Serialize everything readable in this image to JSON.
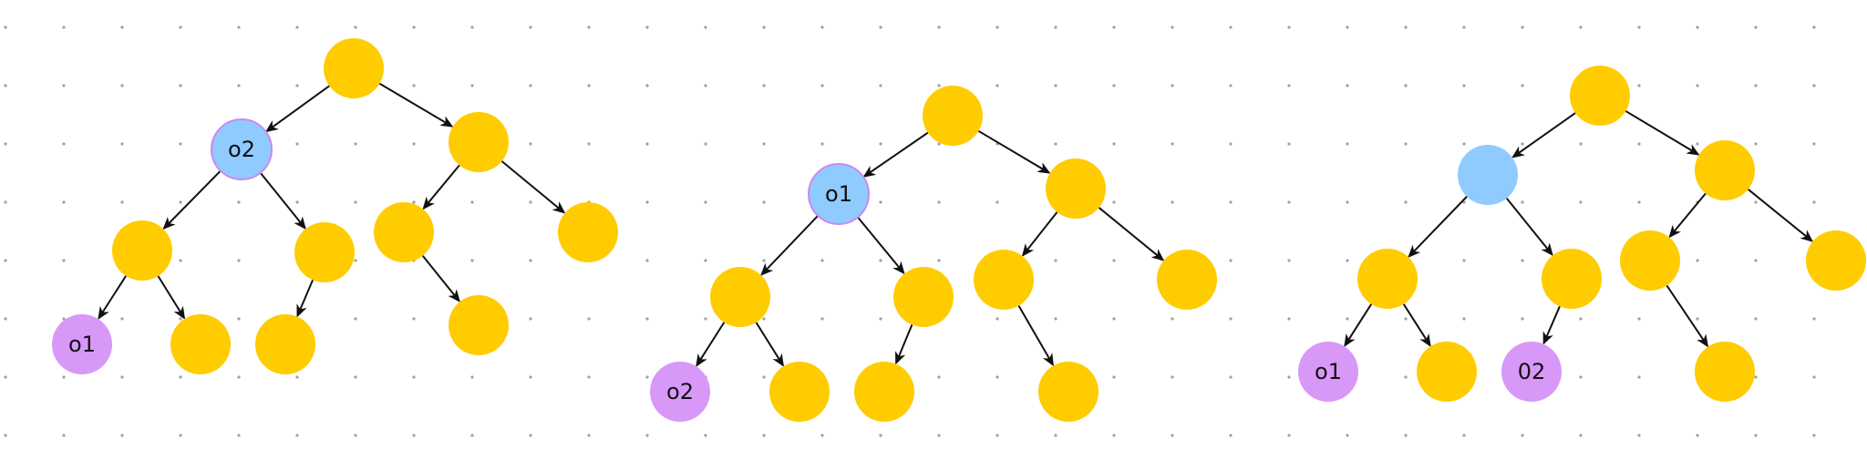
{
  "colors": {
    "default_node": "#ffcc00",
    "highlight_node": "#8fcbff",
    "highlight_stroke": "#cc88ee",
    "leaf_target": "#d898f8",
    "edge": "#111111",
    "grid": "#a0a0a0"
  },
  "trees": [
    {
      "nodes": [
        {
          "id": "r",
          "label": "",
          "kind": "default"
        },
        {
          "id": "a",
          "label": "o2",
          "kind": "highlight"
        },
        {
          "id": "b",
          "label": "",
          "kind": "default"
        },
        {
          "id": "c",
          "label": "",
          "kind": "default"
        },
        {
          "id": "d",
          "label": "",
          "kind": "default"
        },
        {
          "id": "e",
          "label": "o1",
          "kind": "target"
        },
        {
          "id": "f",
          "label": "",
          "kind": "default"
        },
        {
          "id": "g",
          "label": "",
          "kind": "default"
        },
        {
          "id": "h",
          "label": "",
          "kind": "default"
        },
        {
          "id": "i",
          "label": "",
          "kind": "default"
        },
        {
          "id": "j",
          "label": "",
          "kind": "default"
        }
      ],
      "edges": [
        [
          "r",
          "a"
        ],
        [
          "r",
          "b"
        ],
        [
          "a",
          "c"
        ],
        [
          "a",
          "d"
        ],
        [
          "c",
          "e"
        ],
        [
          "c",
          "f"
        ],
        [
          "d",
          "g"
        ],
        [
          "b",
          "h"
        ],
        [
          "b",
          "i"
        ],
        [
          "h",
          "j"
        ]
      ]
    },
    {
      "nodes": [
        {
          "id": "r",
          "label": "",
          "kind": "default"
        },
        {
          "id": "a",
          "label": "o1",
          "kind": "highlight"
        },
        {
          "id": "b",
          "label": "",
          "kind": "default"
        },
        {
          "id": "c",
          "label": "",
          "kind": "default"
        },
        {
          "id": "d",
          "label": "",
          "kind": "default"
        },
        {
          "id": "e",
          "label": "o2",
          "kind": "target"
        },
        {
          "id": "f",
          "label": "",
          "kind": "default"
        },
        {
          "id": "g",
          "label": "",
          "kind": "default"
        },
        {
          "id": "h",
          "label": "",
          "kind": "default"
        },
        {
          "id": "i",
          "label": "",
          "kind": "default"
        },
        {
          "id": "j",
          "label": "",
          "kind": "default"
        }
      ],
      "edges": [
        [
          "r",
          "a"
        ],
        [
          "r",
          "b"
        ],
        [
          "a",
          "c"
        ],
        [
          "a",
          "d"
        ],
        [
          "c",
          "e"
        ],
        [
          "c",
          "f"
        ],
        [
          "d",
          "g"
        ],
        [
          "b",
          "h"
        ],
        [
          "b",
          "i"
        ],
        [
          "h",
          "j"
        ]
      ]
    },
    {
      "nodes": [
        {
          "id": "r",
          "label": "",
          "kind": "default"
        },
        {
          "id": "a",
          "label": "",
          "kind": "highlight_plain"
        },
        {
          "id": "b",
          "label": "",
          "kind": "default"
        },
        {
          "id": "c",
          "label": "",
          "kind": "default"
        },
        {
          "id": "d",
          "label": "",
          "kind": "default"
        },
        {
          "id": "e",
          "label": "o1",
          "kind": "target"
        },
        {
          "id": "f",
          "label": "",
          "kind": "default"
        },
        {
          "id": "g",
          "label": "02",
          "kind": "target"
        },
        {
          "id": "h",
          "label": "",
          "kind": "default"
        },
        {
          "id": "i",
          "label": "",
          "kind": "default"
        },
        {
          "id": "j",
          "label": "",
          "kind": "default"
        }
      ],
      "edges": [
        [
          "r",
          "a"
        ],
        [
          "r",
          "b"
        ],
        [
          "a",
          "c"
        ],
        [
          "a",
          "d"
        ],
        [
          "c",
          "e"
        ],
        [
          "c",
          "f"
        ],
        [
          "d",
          "g"
        ],
        [
          "b",
          "h"
        ],
        [
          "b",
          "i"
        ],
        [
          "h",
          "j"
        ]
      ]
    }
  ]
}
